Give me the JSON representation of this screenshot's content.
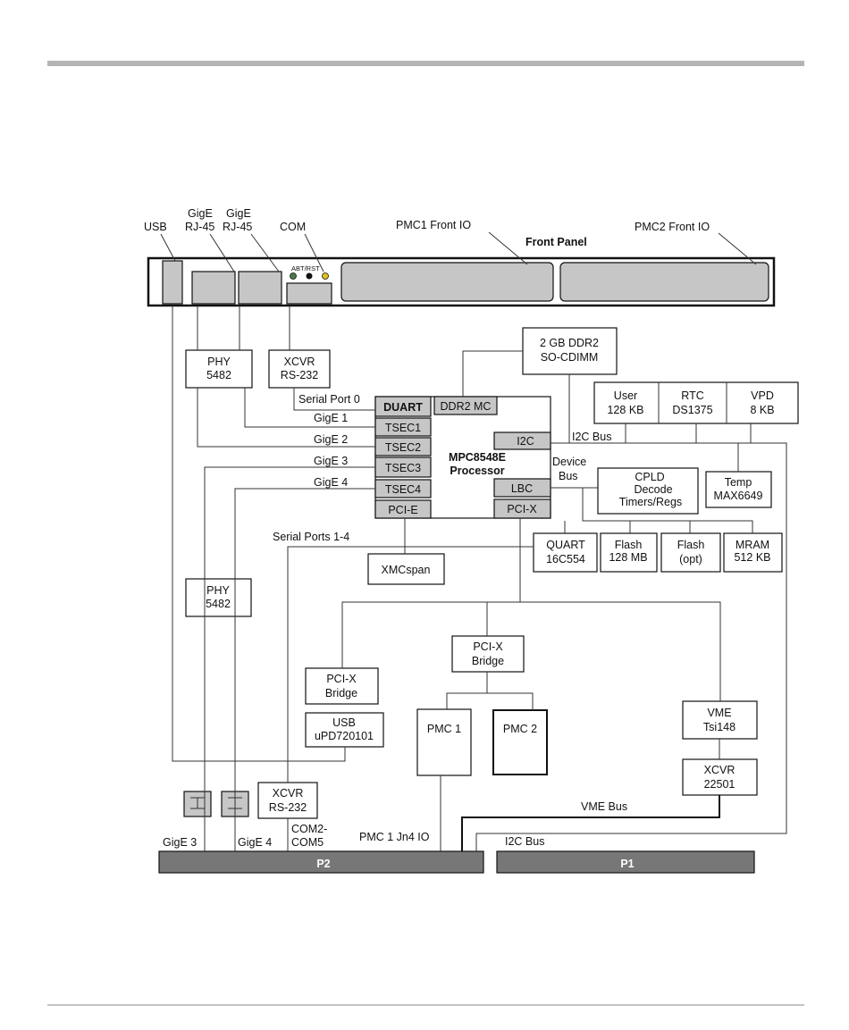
{
  "labels": {
    "usb": "USB",
    "gige_rj45_1": [
      "GigE",
      "RJ-45"
    ],
    "gige_rj45_2": [
      "GigE",
      "RJ-45"
    ],
    "com": "COM",
    "abt_rst": "ABT/RST",
    "pmc1_front_io": "PMC1 Front IO",
    "pmc2_front_io": "PMC2 Front IO",
    "front_panel": "Front Panel",
    "serial_port_0": "Serial Port 0",
    "gige1": "GigE 1",
    "gige2": "GigE 2",
    "gige3": "GigE 3",
    "gige4": "GigE 4",
    "i2c_bus": "I2C Bus",
    "device_bus": [
      "Device",
      "Bus"
    ],
    "serial_ports_1_4": "Serial Ports 1-4",
    "vme_bus": "VME Bus",
    "i2c_bus_bottom": "I2C Bus",
    "gige3_bottom": "GigE 3",
    "gige4_bottom": "GigE 4",
    "com2_com5": [
      "COM2-",
      "COM5"
    ],
    "pmc1_jn4_io": "PMC 1 Jn4 IO",
    "p2": "P2",
    "p1": "P1"
  },
  "boxes": {
    "phy_top": [
      "PHY",
      "5482"
    ],
    "xcvr_top": [
      "XCVR",
      "RS-232"
    ],
    "ddr2_sodimm": [
      "2 GB DDR2",
      "SO-CDIMM"
    ],
    "user": [
      "User",
      "128 KB"
    ],
    "rtc": [
      "RTC",
      "DS1375"
    ],
    "vpd": [
      "VPD",
      "8 KB"
    ],
    "processor": [
      "MPC8548E",
      "Processor"
    ],
    "duart": "DUART",
    "ddr2_mc": "DDR2 MC",
    "tsec1": "TSEC1",
    "tsec2": "TSEC2",
    "tsec3": "TSEC3",
    "tsec4": "TSEC4",
    "pcie": "PCI-E",
    "i2c": "I2C",
    "lbc": "LBC",
    "pcix_port": "PCI-X",
    "cpld": [
      "CPLD",
      "Decode",
      "Timers/Regs"
    ],
    "temp": [
      "Temp",
      "MAX6649"
    ],
    "quart": [
      "QUART",
      "16C554"
    ],
    "flash1": [
      "Flash",
      "128 MB"
    ],
    "flash2": [
      "Flash",
      "(opt)"
    ],
    "mram": [
      "MRAM",
      "512 KB"
    ],
    "xmcspan": "XMCspan",
    "phy_bottom": [
      "PHY",
      "5482"
    ],
    "pcix_bridge_center": [
      "PCI-X",
      "Bridge"
    ],
    "pcix_bridge_left": [
      "PCI-X",
      "Bridge"
    ],
    "usb_ctrl": [
      "USB",
      "uPD720101"
    ],
    "pmc1": "PMC 1",
    "pmc2": "PMC 2",
    "vme": [
      "VME",
      "Tsi148"
    ],
    "xcvr_22501": [
      "XCVR",
      "22501"
    ],
    "xcvr_bottom": [
      "XCVR",
      "RS-232"
    ]
  },
  "colors": {
    "grey_block": "#c6c6c6",
    "connector_bar": "#777777",
    "rule": "#b4b4b4"
  }
}
